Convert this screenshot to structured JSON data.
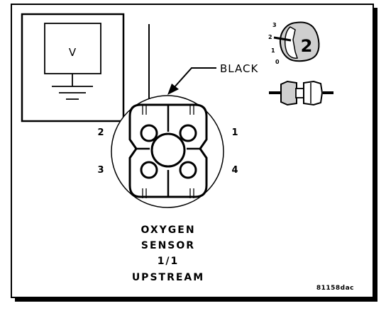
{
  "meter": {
    "label": "V"
  },
  "wire": {
    "color_label": "BLACK"
  },
  "connector": {
    "pins": [
      "1",
      "2",
      "3",
      "4"
    ]
  },
  "probe_icon": {
    "number": "2",
    "scale_labels": [
      "3",
      "2",
      "1",
      "0"
    ]
  },
  "caption": {
    "line1": "OXYGEN",
    "line2": "SENSOR",
    "line3": "1/1",
    "line4": "UPSTREAM"
  },
  "figure_id": "81158dac",
  "colors": {
    "ink": "#000000",
    "paper": "#ffffff",
    "shade": "#cfcfcf"
  }
}
